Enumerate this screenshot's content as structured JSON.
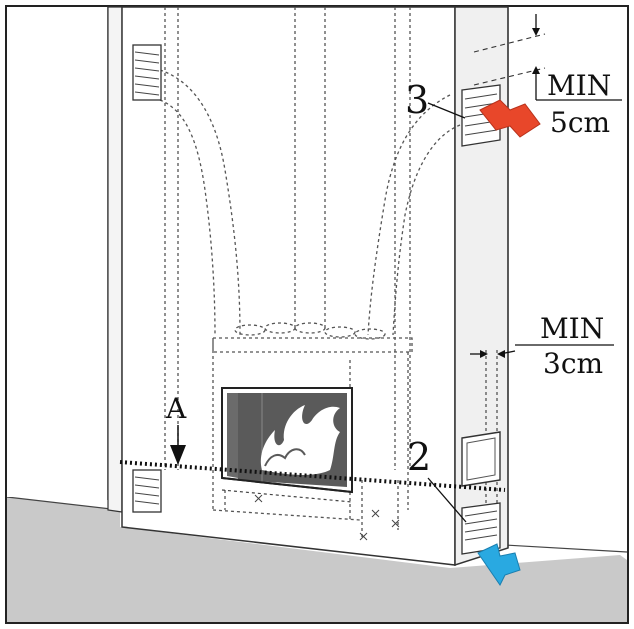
{
  "labels": {
    "callout_3": "3",
    "callout_2": "2",
    "callout_a": "A",
    "top_min": "MIN",
    "top_dist": "5cm",
    "side_min": "MIN",
    "side_dist": "3cm"
  },
  "colors": {
    "outlet_arrow": "#e8472a",
    "inlet_arrow": "#29a9e1",
    "floor": "#c8c8c8",
    "wall_face": "#f2f2f2",
    "line": "#222222"
  }
}
